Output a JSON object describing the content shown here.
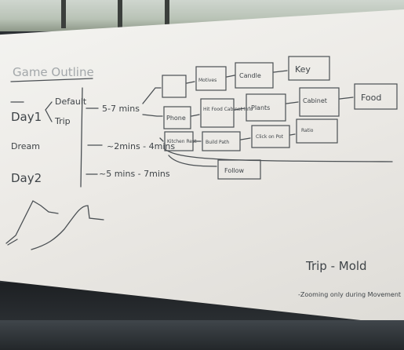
{
  "board": {
    "title": "Game Outline",
    "rows": [
      {
        "label": "Day1"
      },
      {
        "label": "Dream"
      },
      {
        "label": "Day2"
      }
    ],
    "branches": [
      "Default",
      "Trip"
    ],
    "durations": [
      "5-7 mins",
      "~2mins - 4mins",
      "~5 mins - 7mins"
    ],
    "top_flow": [
      "Motives",
      "Candle",
      "Key"
    ],
    "mid_flow": [
      "Phone",
      "Plants",
      "Cabinet",
      "Food"
    ],
    "flow_small": [
      "Hit Food Cabinet Info",
      "Kitchen Rest",
      "Build Path",
      "Click on Pot",
      "Ratio"
    ],
    "follow": "Follow",
    "note_title": "Trip - Mold",
    "note_body": "-Zooming only during Movement"
  }
}
